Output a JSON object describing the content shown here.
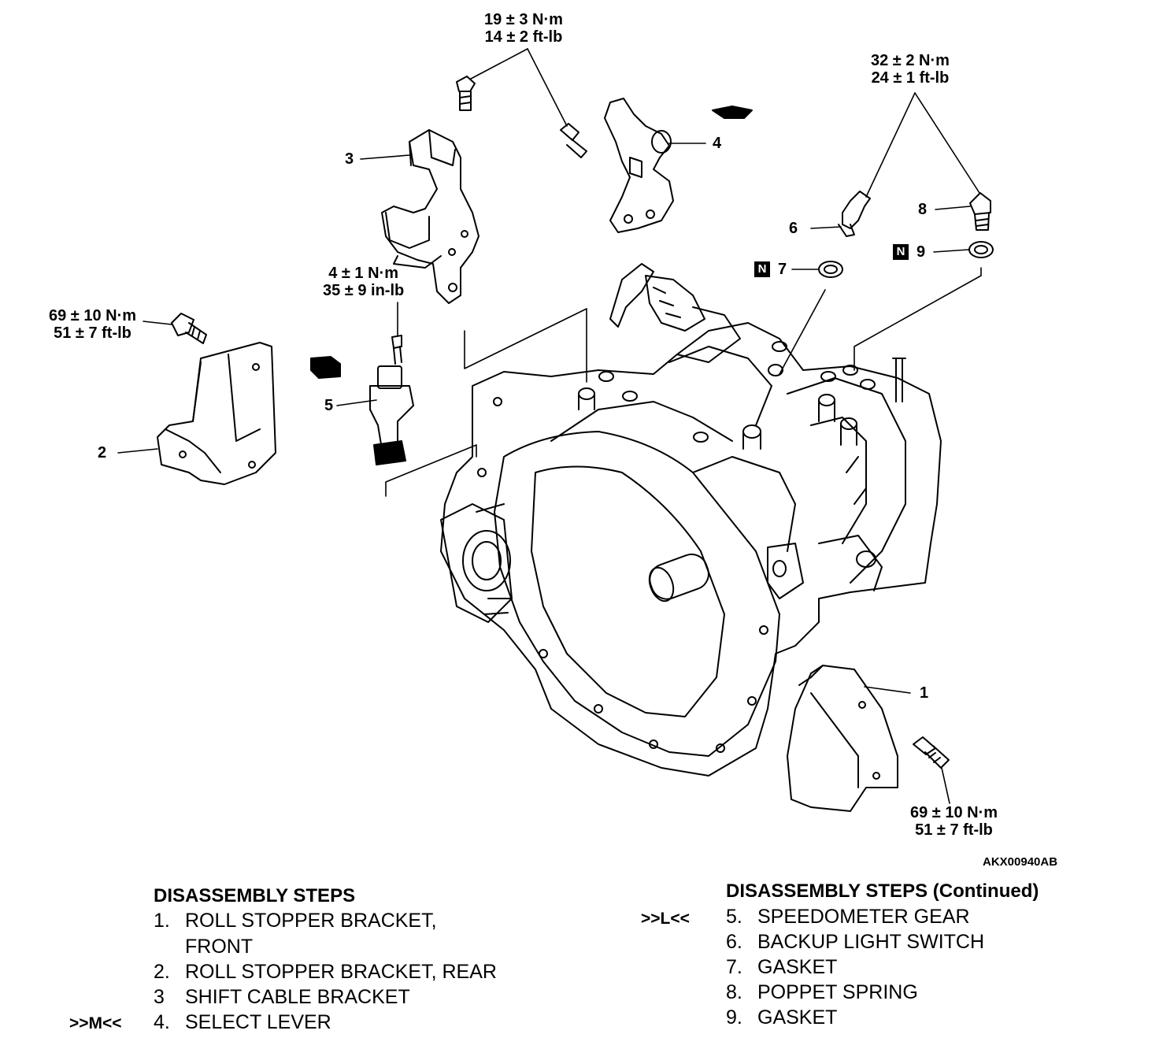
{
  "torque_labels": {
    "top_bolt": [
      "19 ± 3 N·m",
      "14 ± 2 ft-lb"
    ],
    "switch_plug": [
      "32 ± 2 N·m",
      "24 ± 1 ft-lb"
    ],
    "speedo_bolt": [
      "4 ± 1 N·m",
      "35 ± 9 in-lb"
    ],
    "left_bolt": [
      "69 ± 10 N·m",
      "51 ± 7 ft-lb"
    ],
    "right_bolt": [
      "69 ± 10 N·m",
      "51 ± 7 ft-lb"
    ]
  },
  "callouts": {
    "c1": "1",
    "c2": "2",
    "c3": "3",
    "c4": "4",
    "c5": "5",
    "c6": "6",
    "c7": "7",
    "c8": "8",
    "c9": "9"
  },
  "new_part_mark": "N",
  "figure_id": "AKX00940AB",
  "steps_left": {
    "title": "DISASSEMBLY STEPS",
    "items": [
      {
        "num": "1.",
        "text": "ROLL STOPPER BRACKET,",
        "marker": ""
      },
      {
        "num": "",
        "text": "FRONT",
        "marker": ""
      },
      {
        "num": "2.",
        "text": "ROLL STOPPER BRACKET, REAR",
        "marker": ""
      },
      {
        "num": "3",
        "text": "SHIFT CABLE BRACKET",
        "marker": ""
      },
      {
        "num": "4.",
        "text": "SELECT LEVER",
        "marker": ">>M<<"
      }
    ]
  },
  "steps_right": {
    "title": "DISASSEMBLY STEPS (Continued)",
    "items": [
      {
        "num": "5.",
        "text": "SPEEDOMETER GEAR",
        "marker": ">>L<<"
      },
      {
        "num": "6.",
        "text": "BACKUP LIGHT SWITCH",
        "marker": ""
      },
      {
        "num": "7.",
        "text": "GASKET",
        "marker": ""
      },
      {
        "num": "8.",
        "text": "POPPET SPRING",
        "marker": ""
      },
      {
        "num": "9.",
        "text": "GASKET",
        "marker": ""
      }
    ]
  }
}
